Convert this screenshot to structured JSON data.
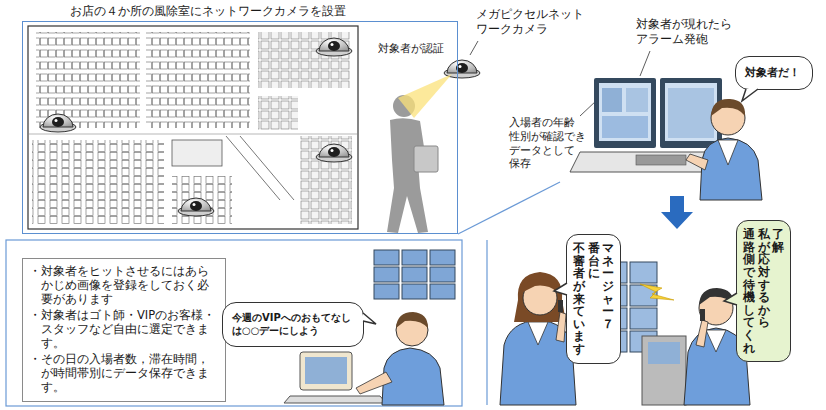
{
  "diagram": {
    "nodes": [
      {
        "text": [
          "お店の４か所の風除室にネットワークカメラを設置"
        ]
      },
      {
        "text": [
          "対象者だ！"
        ]
      },
      {
        "text": [
          "・対象者をヒットさせるにはあら かじめ画像を登録をしておく必 要があります",
          "・対象者はゴト師・VIPのお客様・ スタッフなど自由に選定できま す。",
          "・その日の入場者数，滞在時間， が時間帯別にデータ保存できま す。"
        ]
      },
      {
        "text": [
          "今週のVIPへのおもてなし は○○デーにしよう"
        ]
      },
      {
        "text": [
          "マネージャー７",
          "番台に",
          "不審者が来ています"
        ]
      },
      {
        "text": [
          "了解",
          "私が応対するから",
          "通路側で待機してくれ"
        ]
      }
    ],
    "labels": [
      "メガピクセルネット ワークカメラ",
      "対象者が認証",
      "対象者が現れたら アラーム発砲",
      "入場者の年齢 性別が確認でき データとして 保存"
    ]
  }
}
